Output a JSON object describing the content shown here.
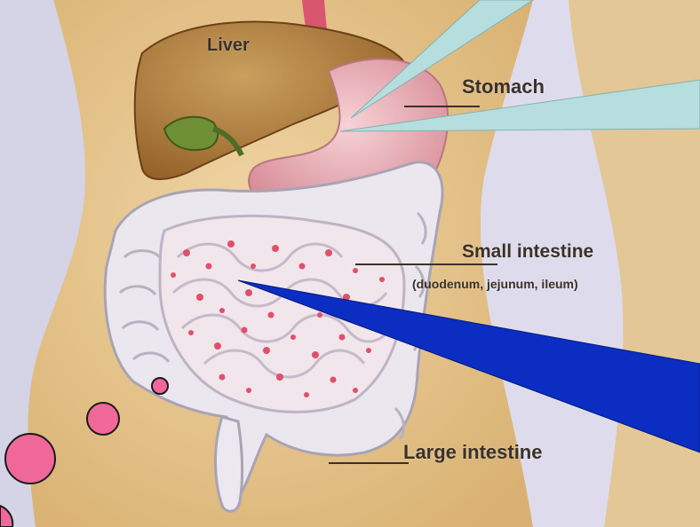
{
  "labels": {
    "liver": "Liver",
    "stomach": "Stomach",
    "small_intestine": "Small intestine",
    "small_intestine_parts": "(duodenum, jejunum, ileum)",
    "large_intestine": "Large intestine"
  },
  "colors": {
    "background": "#d8d6e8",
    "skin": "#e9c88f",
    "liver": "#b07b3a",
    "gallbladder": "#6f8f35",
    "stomach": "#eab7bd",
    "intestine": "#ece8f0",
    "small_intestine_spots": "#e0506a",
    "callout_light": "#b6dede",
    "callout_dark": "#0b2dc2",
    "bubbles": "#f0689a"
  }
}
